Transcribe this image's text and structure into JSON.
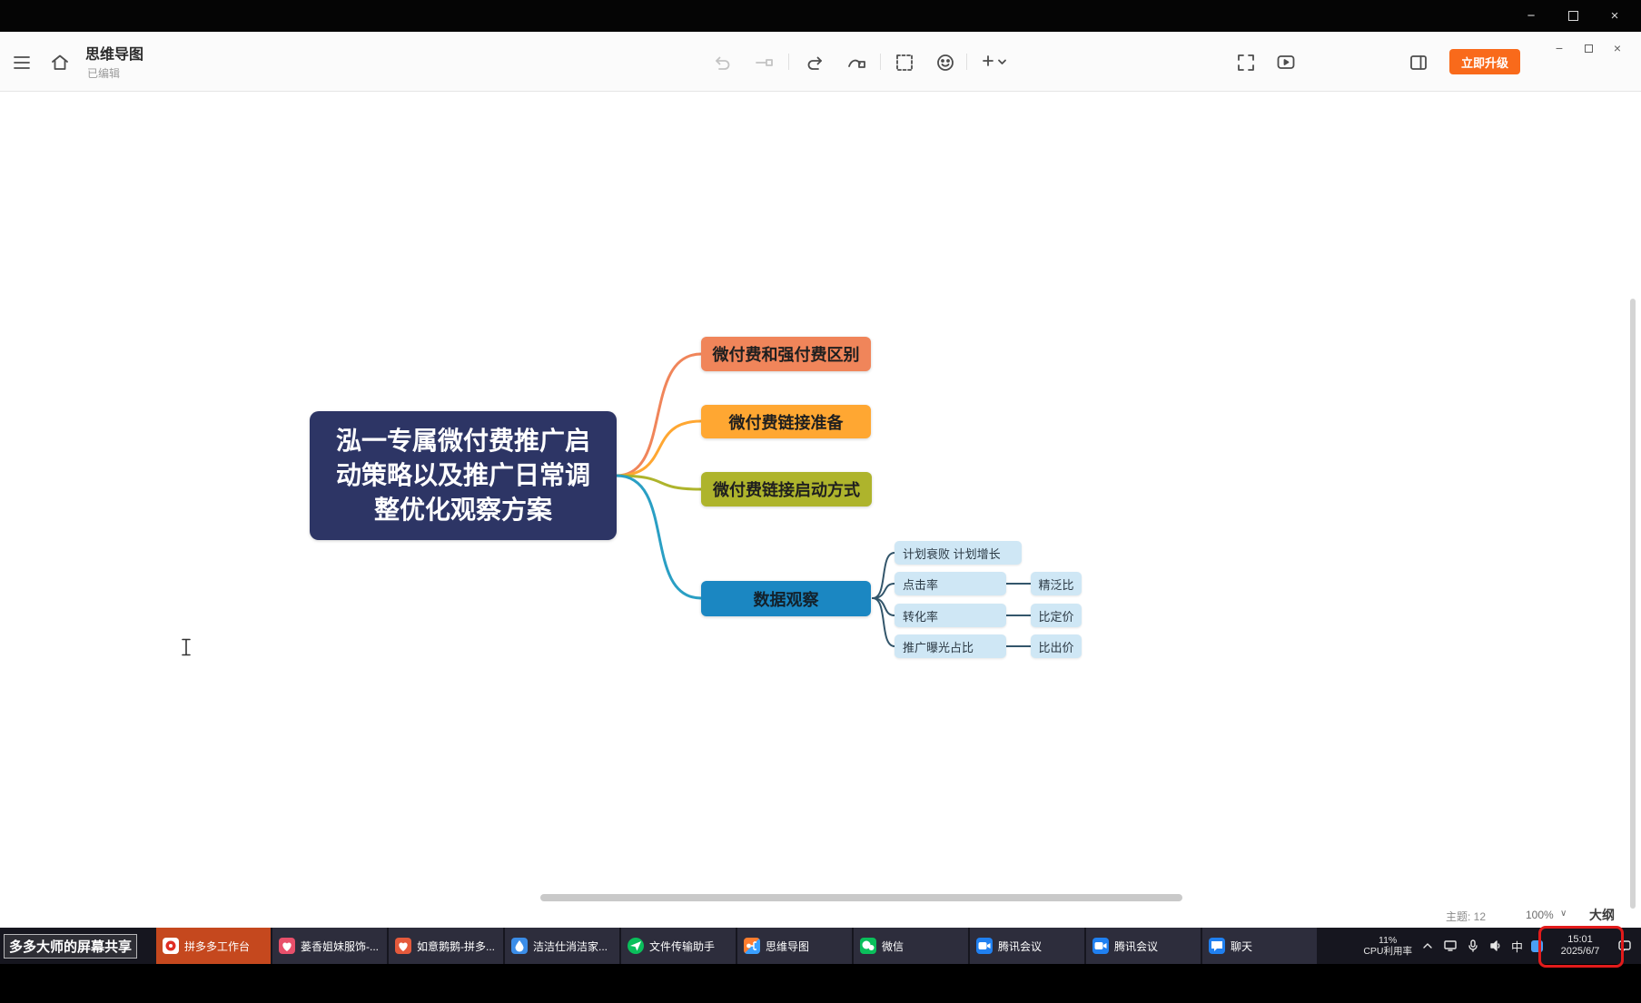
{
  "window": {
    "share_overlay_label": "多多大师的屏幕共享"
  },
  "titlebar": {
    "app_title": "思维导图",
    "edit_status": "已编辑",
    "upgrade_label": "立即升级"
  },
  "mindmap": {
    "root_label": "泓一专属微付费推广启动策略以及推广日常调整优化观察方案",
    "branches": {
      "b1": "微付费和强付费区别",
      "b2": "微付费链接准备",
      "b3": "微付费链接启动方式",
      "b4": "数据观察"
    },
    "children": {
      "c1": "计划衰败  计划增长",
      "c2": "点击率",
      "c3": "转化率",
      "c4": "推广曝光占比"
    },
    "grandchildren": {
      "g1": "精泛比",
      "g2": "比定价",
      "g3": "比出价"
    }
  },
  "statusbar": {
    "themes_count": "主题: 12",
    "zoom_level": "100%",
    "zoom_chevron": "∨",
    "outline_label": "大纲"
  },
  "taskbar": {
    "items": [
      {
        "label": "拼多多工作台"
      },
      {
        "label": "蒌香姐妹服饰-..."
      },
      {
        "label": "如意鹅鹅-拼多..."
      },
      {
        "label": "洁洁仕消洁家..."
      },
      {
        "label": "文件传输助手"
      },
      {
        "label": "思维导图"
      },
      {
        "label": "微信"
      },
      {
        "label": "腾讯会议"
      },
      {
        "label": "腾讯会议"
      },
      {
        "label": "聊天"
      }
    ],
    "tray": {
      "cpu_percent": "11%",
      "cpu_label": "CPU利用率",
      "ime_label": "中",
      "time": "15:01",
      "date": "2025/6/7"
    }
  },
  "colors": {
    "root_node": "#2d3565",
    "branch_orange": "#f0855a",
    "branch_amber": "#ffa732",
    "branch_olive": "#aeb42c",
    "branch_blue": "#1b87c2",
    "child_node_bg": "#cfe7f5",
    "upgrade_button": "#f96a1b",
    "annotation_red": "#e21b1b",
    "taskbar_active": "#c5481e"
  }
}
